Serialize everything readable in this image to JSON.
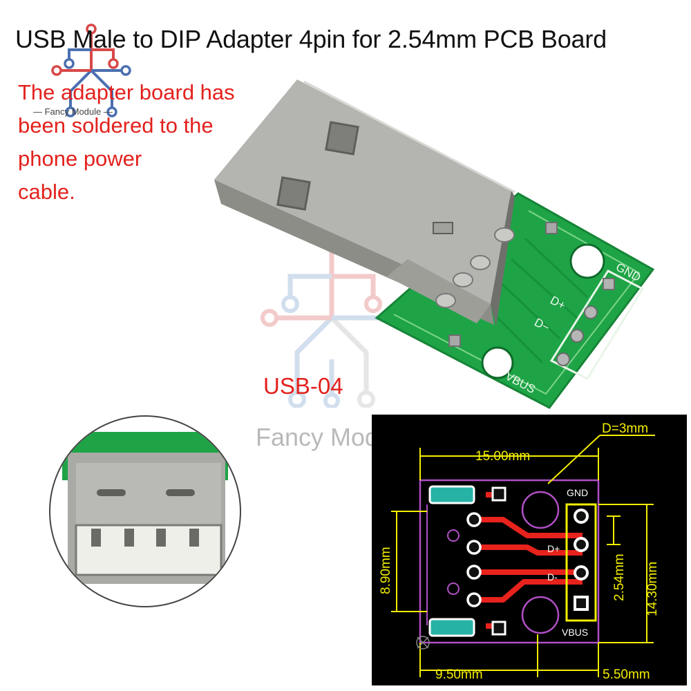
{
  "title": "USB Male to DIP Adapter 4pin for 2.54mm PCB Board",
  "note_lines": [
    "The adapter board has",
    "been soldered to the",
    "phone power",
    "cable."
  ],
  "model": "USB-04",
  "brand": {
    "watermark_text": "Fancy Module",
    "logo_label": "— Fancy Module —"
  },
  "board_photo": {
    "silkscreen": {
      "gnd": "GND",
      "dplus": "D+",
      "dminus": "D−",
      "vbus": "VBUS"
    }
  },
  "schematic": {
    "dimensions": {
      "hole_diameter": "D=3mm",
      "width": "15.00mm",
      "pin_span": "8.90mm",
      "pitch": "2.54mm",
      "height": "14.30mm",
      "left_offset": "9.50mm",
      "right_offset": "5.50mm"
    },
    "pins": {
      "gnd": "GND",
      "dplus": "D+",
      "dminus": "D-",
      "vbus": "VBUS"
    }
  },
  "colors": {
    "title": "#111111",
    "note": "#e3211d",
    "model": "#e3211d",
    "pcb_green": "#1ea446",
    "metal": "#9a9a96",
    "dimension_yellow": "#f4ef00",
    "schematic_bg": "#000000",
    "trace_red": "#e8221c",
    "pad_teal": "#27b2a6",
    "outline_purple": "#b04fc6"
  }
}
